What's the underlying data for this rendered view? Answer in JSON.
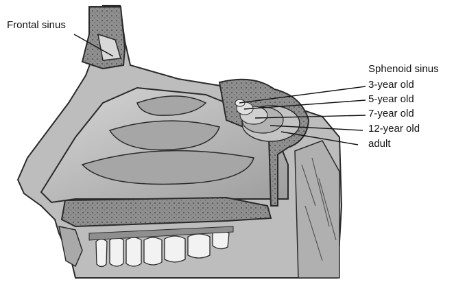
{
  "labels": {
    "frontal_sinus": "Frontal sinus",
    "sphenoid_sinus": "Sphenoid sinus",
    "age_3": "3-year old",
    "age_5": "5-year old",
    "age_7": "7-year old",
    "age_12": "12-year old",
    "adult": "adult"
  },
  "colors": {
    "background": "#ffffff",
    "bone": "#8c8c8c",
    "cavity": "#c9c9c9",
    "turbinate": "#a8a8a8",
    "outline": "#2a2a2a",
    "leader_line": "#111111"
  }
}
